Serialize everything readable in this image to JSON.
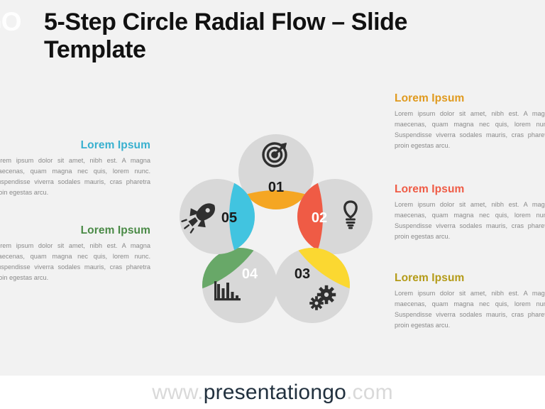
{
  "slide": {
    "background_color": "#f2f2f2",
    "watermark_logo": "GO",
    "title": "5-Step Circle Radial Flow – Slide Template"
  },
  "footer": {
    "prefix": "www.",
    "brand": "presentationgo",
    "suffix": ".com",
    "band_color": "#ffffff",
    "brand_color": "#22313f",
    "dim_color": "#d9d9d9"
  },
  "palette": {
    "orange": "#f5a623",
    "red": "#ef5b45",
    "yellow": "#fbd831",
    "green": "#68a868",
    "cyan": "#41c4e0",
    "disc_gray": "#d8d8d8",
    "icon_dark": "#2f2f2f",
    "body_text": "#8a8a8a"
  },
  "diagram": {
    "type": "circle-radial-flow",
    "step_count": 5,
    "steps": [
      {
        "number": "01",
        "icon": "target-icon",
        "color": "#f5a623",
        "number_color": "dark",
        "position": "top"
      },
      {
        "number": "02",
        "icon": "lightbulb-icon",
        "color": "#ef5b45",
        "number_color": "light",
        "position": "right"
      },
      {
        "number": "03",
        "icon": "gears-icon",
        "color": "#fbd831",
        "number_color": "dark",
        "position": "bottom-right"
      },
      {
        "number": "04",
        "icon": "bar-chart-icon",
        "color": "#68a868",
        "number_color": "light",
        "position": "bottom-left"
      },
      {
        "number": "05",
        "icon": "rocket-icon",
        "color": "#41c4e0",
        "number_color": "dark",
        "position": "left"
      }
    ]
  },
  "text_blocks": {
    "right": [
      {
        "heading": "Lorem Ipsum",
        "heading_color": "#e09a1e",
        "body": "Lorem ipsum dolor sit amet, nibh est. A magna maecenas, quam magna nec quis, lorem nunc. Suspendisse viverra sodales mauris, cras pharetra proin egestas arcu."
      },
      {
        "heading": "Lorem Ipsum",
        "heading_color": "#ef5b45",
        "body": "Lorem ipsum dolor sit amet, nibh est. A magna maecenas, quam magna nec quis, lorem nunc. Suspendisse viverra sodales mauris, cras pharetra proin egestas arcu."
      },
      {
        "heading": "Lorem Ipsum",
        "heading_color": "#b49b18",
        "body": "Lorem ipsum dolor sit amet, nibh est. A magna maecenas, quam magna nec quis, lorem nunc. Suspendisse viverra sodales mauris, cras pharetra proin egestas arcu."
      }
    ],
    "left": [
      {
        "heading": "Lorem Ipsum",
        "heading_color": "#38b0cf",
        "body": "Lorem ipsum dolor sit amet, nibh est. A magna maecenas, quam magna nec quis, lorem nunc. Suspendisse viverra sodales mauris, cras pharetra proin egestas arcu."
      },
      {
        "heading": "Lorem Ipsum",
        "heading_color": "#4a8a46",
        "body": "Lorem ipsum dolor sit amet, nibh est. A magna maecenas, quam magna nec quis, lorem nunc. Suspendisse viverra sodales mauris, cras pharetra proin egestas arcu."
      }
    ]
  }
}
